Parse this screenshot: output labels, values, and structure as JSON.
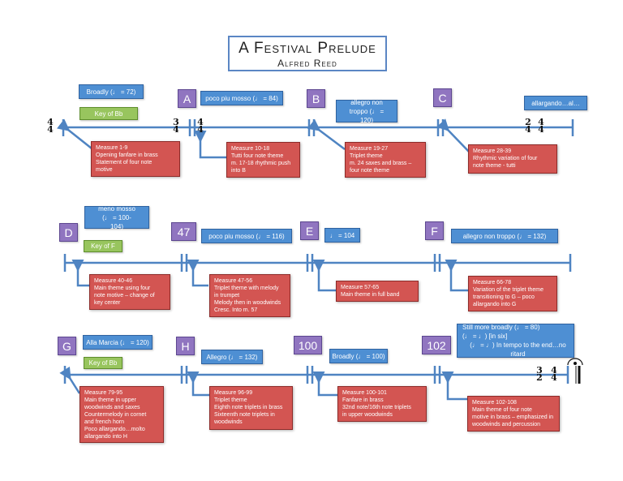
{
  "title": {
    "main": "A Festival Prelude",
    "sub": "Alfred Reed"
  },
  "row1": {
    "tempo_broadly": "Broadly (♩ = 72)",
    "key_bb": "Key of Bb",
    "ts_start": [
      "4",
      "4"
    ],
    "ts_a": [
      "3",
      "4"
    ],
    "ts_a2": [
      "4",
      "4"
    ],
    "ts_c": [
      "2",
      "4"
    ],
    "ts_c2": [
      "4",
      "4"
    ],
    "A": {
      "label": "A",
      "tempo": "poco piu mosso (♩ = 84)"
    },
    "B": {
      "label": "B",
      "tempo": "allegro non troppo (♩ = 120)"
    },
    "C": {
      "label": "C",
      "tempo": "allargando…al…"
    },
    "notes": [
      [
        "Measure 1-9",
        "Opening fanfare in brass",
        "Statement of four note",
        "motive"
      ],
      [
        "Measure 10-18",
        "Tutti four note theme",
        "m. 17-18 rhythmic push",
        "into B"
      ],
      [
        "Measure 19-27",
        "Triplet theme",
        "m. 24 saxes and brass –",
        "four note theme"
      ],
      [
        "Measure 28-39",
        "Rhythmic variation of four",
        "note theme - tutti"
      ]
    ]
  },
  "row2": {
    "D": {
      "label": "D",
      "tempo": "meno mosso (♩ = 100-104)",
      "key": "Key of F"
    },
    "m47": {
      "label": "47",
      "tempo": "poco piu mosso (♩ = 116)"
    },
    "E": {
      "label": "E",
      "tempo": "♩ = 104"
    },
    "F": {
      "label": "F",
      "tempo": "allegro non troppo (♩ = 132)"
    },
    "notes": [
      [
        "Measure 40-46",
        "Main theme using four",
        "note motive – change of",
        "key center"
      ],
      [
        "Measure 47-56",
        "Triplet theme with melody",
        "in trumpet",
        "Melody then in woodwinds",
        "Cresc. Into m. 57"
      ],
      [
        "Measure 57-65",
        "Main theme in full band"
      ],
      [
        "Measure 66-78",
        "Variation of the triplet theme",
        "transitioning to G – poco",
        "allargando into G"
      ]
    ]
  },
  "row3": {
    "G": {
      "label": "G",
      "tempo": "Alla Marcia (♩ = 120)",
      "key": "Key of Bb"
    },
    "H": {
      "label": "H",
      "tempo": "Allegro (♩ = 132)"
    },
    "m100": {
      "label": "100",
      "tempo": "Broadly (♩ = 100)"
    },
    "m102": {
      "label": "102",
      "tempo_lines": [
        "Still more broadly (♩ = 80)",
        "(♩ = ♩) [in six]",
        "(♩ = ♩) In tempo to the end…no ritard"
      ]
    },
    "ts_end": [
      "3",
      "2"
    ],
    "ts_end2": [
      "4",
      "4"
    ],
    "notes": [
      [
        "Measure 79-95",
        "Main theme in upper",
        "woodwinds and saxes",
        "Countermelody in cornet",
        "and french horn",
        "Poco allargando…molto",
        "allargando into H"
      ],
      [
        "Measure 96-99",
        "Triplet theme",
        "Eighth note triplets in brass",
        "Sixteenth note triplets in",
        "woodwinds"
      ],
      [
        "Measure 100-101",
        "Fanfare in brass",
        "32nd note/16th note triplets",
        "in upper woodwinds"
      ],
      [
        "Measure 102-108",
        "Main theme of four note",
        "motive in brass – emphasized in",
        "woodwinds and percussion"
      ]
    ]
  }
}
